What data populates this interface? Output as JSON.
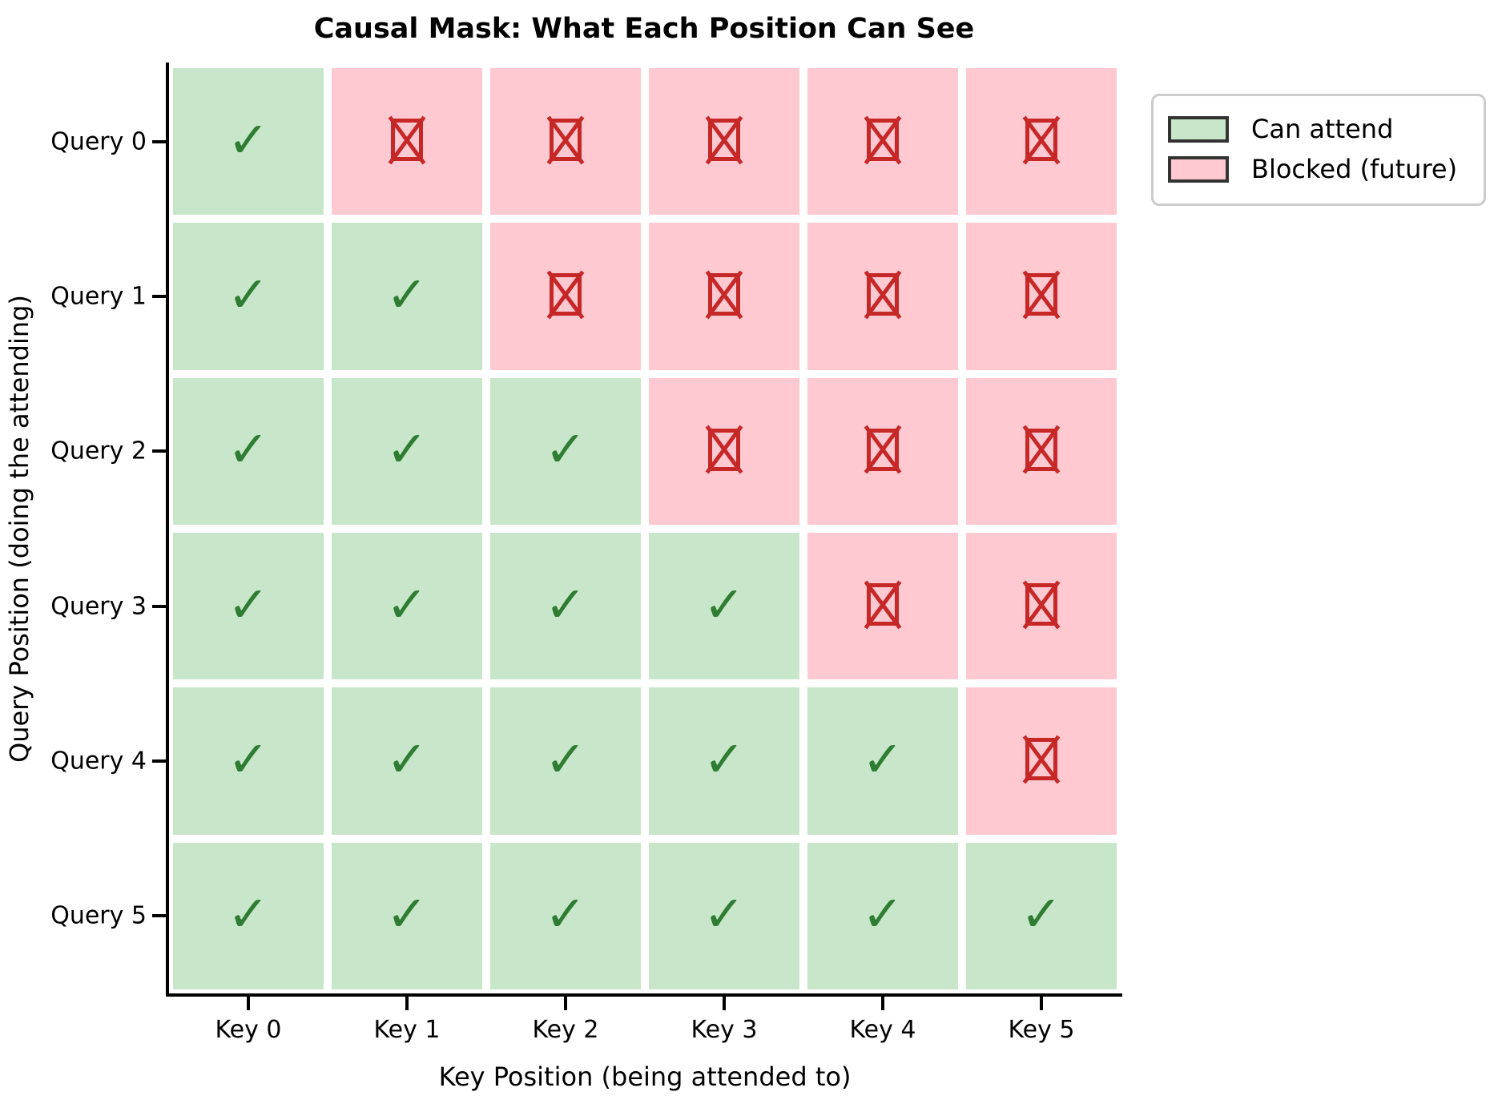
{
  "chart_data": {
    "type": "heatmap",
    "title": "Causal Mask: What Each Position Can See",
    "xlabel": "Key Position (being attended to)",
    "ylabel": "Query Position (doing the attending)",
    "x_tick_labels": [
      "Key 0",
      "Key 1",
      "Key 2",
      "Key 3",
      "Key 4",
      "Key 5"
    ],
    "y_tick_labels": [
      "Query 0",
      "Query 1",
      "Query 2",
      "Query 3",
      "Query 4",
      "Query 5"
    ],
    "grid": false,
    "legend_position": "upper right",
    "colors": {
      "allow_fill": "#c8e6c9",
      "block_fill": "#ffc9d1",
      "allow_mark": "#2e7d32",
      "block_mark": "#c62828",
      "cell_gap": "#ffffff",
      "spine": "#000000",
      "legend_border": "#cccccc",
      "legend_swatch_edge": "#333333"
    },
    "marks": {
      "allow": "✓",
      "block": "✗"
    },
    "legend": [
      {
        "label": "Can attend",
        "state": "allow",
        "swatch": "#c8e6c9"
      },
      {
        "label": "Blocked (future)",
        "state": "block",
        "swatch": "#ffc9d1"
      }
    ],
    "matrix": [
      [
        1,
        0,
        0,
        0,
        0,
        0
      ],
      [
        1,
        1,
        0,
        0,
        0,
        0
      ],
      [
        1,
        1,
        1,
        0,
        0,
        0
      ],
      [
        1,
        1,
        1,
        1,
        0,
        0
      ],
      [
        1,
        1,
        1,
        1,
        1,
        0
      ],
      [
        1,
        1,
        1,
        1,
        1,
        1
      ]
    ],
    "rows": [
      {
        "label": "Query 0",
        "values": [
          1,
          0,
          0,
          0,
          0,
          0
        ]
      },
      {
        "label": "Query 1",
        "values": [
          1,
          1,
          0,
          0,
          0,
          0
        ]
      },
      {
        "label": "Query 2",
        "values": [
          1,
          1,
          1,
          0,
          0,
          0
        ]
      },
      {
        "label": "Query 3",
        "values": [
          1,
          1,
          1,
          1,
          0,
          0
        ]
      },
      {
        "label": "Query 4",
        "values": [
          1,
          1,
          1,
          1,
          1,
          0
        ]
      },
      {
        "label": "Query 5",
        "values": [
          1,
          1,
          1,
          1,
          1,
          1
        ]
      }
    ],
    "description": "Lower-triangular (inclusive) causal attention mask over 6 query and 6 key positions."
  }
}
